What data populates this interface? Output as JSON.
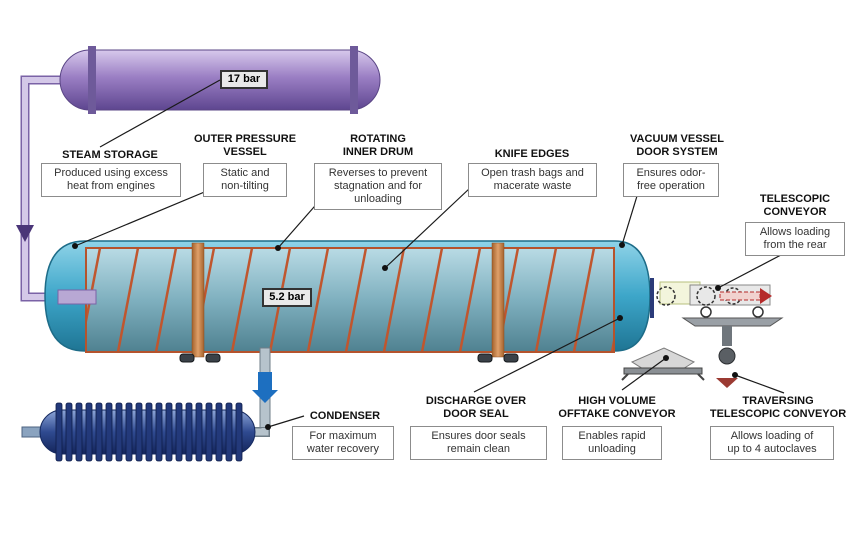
{
  "gauges": {
    "steam_pressure": "17 bar",
    "vessel_pressure": "5.2 bar"
  },
  "components": {
    "steam_storage": {
      "title": "STEAM STORAGE",
      "desc": "Produced using excess\nheat from engines"
    },
    "outer_pressure_vessel": {
      "title": "OUTER PRESSURE\nVESSEL",
      "desc": "Static and\nnon-tilting"
    },
    "rotating_inner_drum": {
      "title": "ROTATING\nINNER DRUM",
      "desc": "Reverses to prevent\nstagnation and for\nunloading"
    },
    "knife_edges": {
      "title": "KNIFE EDGES",
      "desc": "Open trash bags and\nmacerate waste"
    },
    "vacuum_vessel_door": {
      "title": "VACUUM VESSEL\nDOOR SYSTEM",
      "desc": "Ensures odor-\nfree operation"
    },
    "telescopic_conveyor": {
      "title": "TELESCOPIC\nCONVEYOR",
      "desc": "Allows loading\nfrom the rear"
    },
    "condenser": {
      "title": "CONDENSER",
      "desc": "For maximum\nwater recovery"
    },
    "discharge_door_seal": {
      "title": "DISCHARGE OVER\nDOOR SEAL",
      "desc": "Ensures door seals\nremain clean"
    },
    "offtake_conveyor": {
      "title": "HIGH VOLUME\nOFFTAKE CONVEYOR",
      "desc": "Enables rapid\nunloading"
    },
    "traversing_conveyor": {
      "title": "TRAVERSING\nTELESCOPIC CONVEYOR",
      "desc": "Allows loading of\nup to 4 autoclaves"
    }
  },
  "colors": {
    "steam_tank": "#9b7fc4",
    "vessel": "#4fb4d3",
    "drum": "#7fb5c4",
    "spiral": "#c0562e",
    "band": "#c9854a",
    "condenser": "#2f4a90",
    "pipe": "#c2b2dc"
  }
}
